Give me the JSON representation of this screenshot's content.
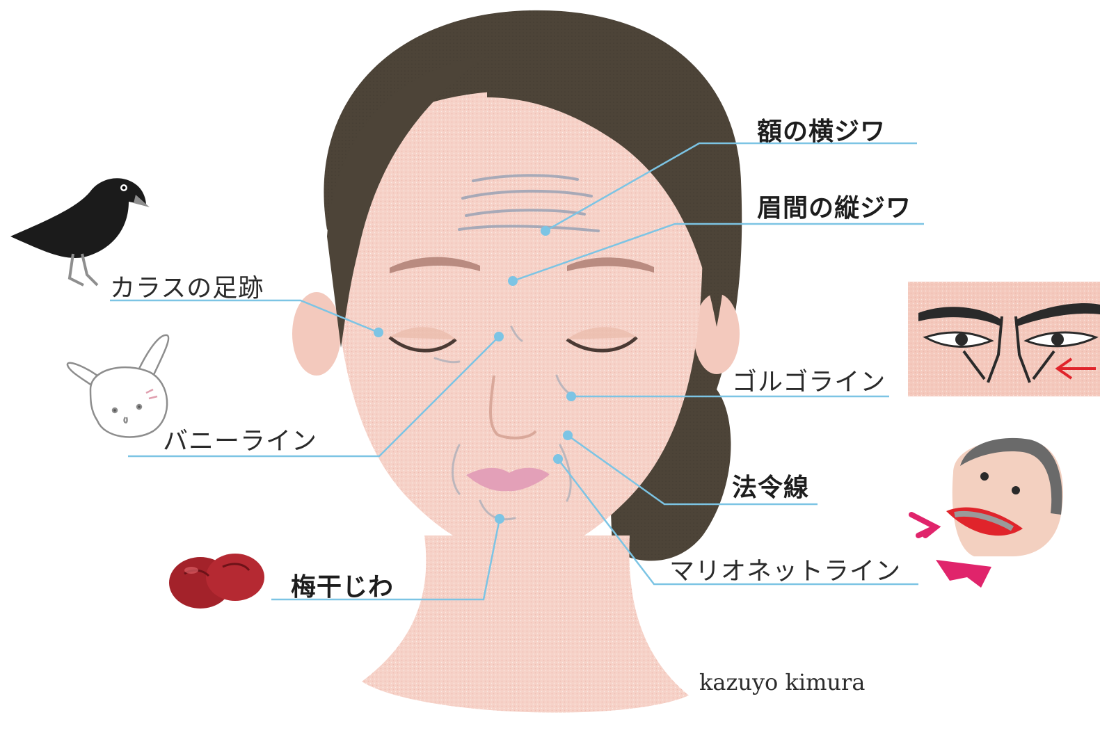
{
  "labels": {
    "forehead": "額の横ジワ",
    "glabella": "眉間の縦ジワ",
    "crows_feet": "カラスの足跡",
    "golgo": "ゴルゴライン",
    "bunny": "バニーライン",
    "nasolabial": "法令線",
    "marionette": "マリオネットライン",
    "umeboshi": "梅干じわ"
  },
  "credit": "kazuyo kimura",
  "colors": {
    "skin": "#f6d2c8",
    "hair": "#4d4438",
    "leader_line": "#7cc4e4",
    "lip": "#e3a0b8",
    "text": "#1d1d1d"
  },
  "icons": [
    "crow-icon",
    "rabbit-icon",
    "umeboshi-icon",
    "golgo-eyes-icon",
    "marionette-puppet-icon"
  ]
}
